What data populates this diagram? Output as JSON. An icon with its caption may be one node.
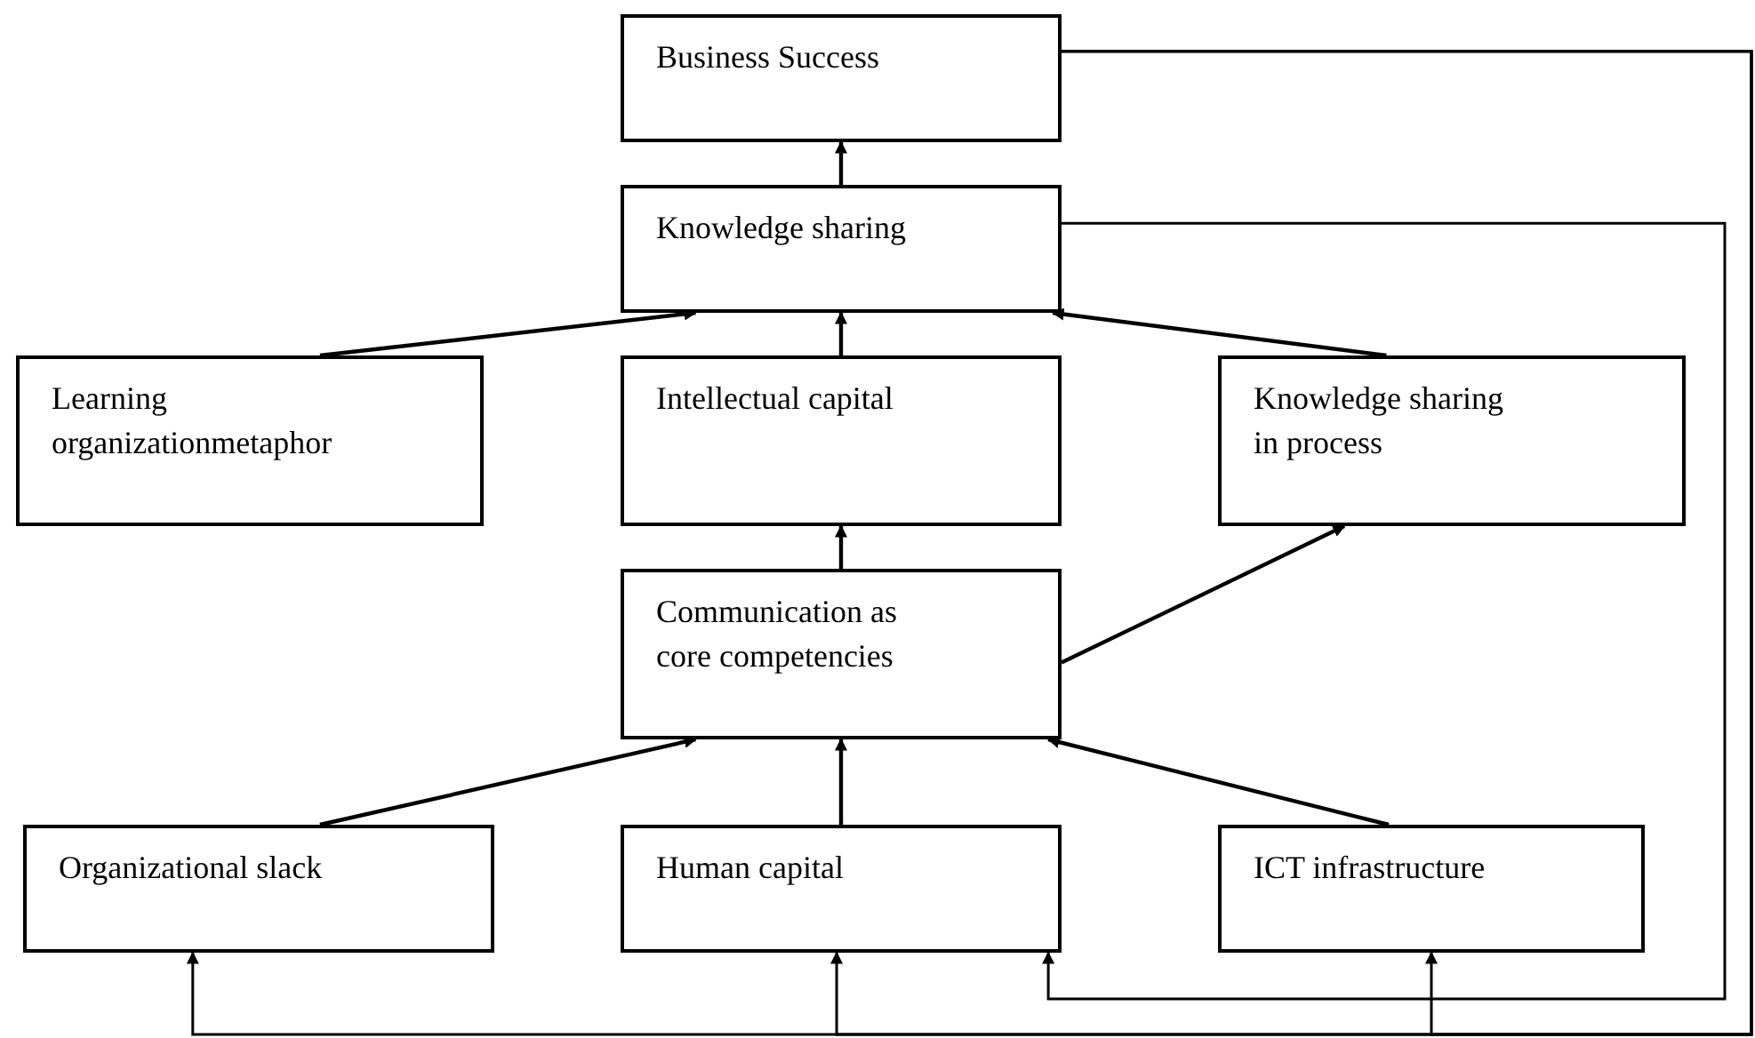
{
  "diagram": {
    "nodes": [
      {
        "text": [
          "Business Success"
        ]
      },
      {
        "text": [
          "Knowledge sharing"
        ]
      },
      {
        "text": [
          "Learning organizationmetaphor"
        ]
      },
      {
        "text": [
          "Intellectual capital"
        ]
      },
      {
        "text": [
          "Knowledge sharing in process"
        ]
      },
      {
        "text": [
          "Communication as core competencies"
        ]
      },
      {
        "text": [
          "Organizational slack"
        ]
      },
      {
        "text": [
          "Human capital"
        ]
      },
      {
        "text": [
          "ICT infrastructure"
        ]
      }
    ],
    "edges": [
      {
        "from": 1,
        "to": 0,
        "arrow": "to"
      },
      {
        "from": 2,
        "to": 1,
        "arrow": "to"
      },
      {
        "from": 3,
        "to": 1,
        "arrow": "to"
      },
      {
        "from": 4,
        "to": 1,
        "arrow": "to"
      },
      {
        "from": 5,
        "to": 3,
        "arrow": "to"
      },
      {
        "from": 5,
        "to": 4,
        "arrow": "to"
      },
      {
        "from": 6,
        "to": 5,
        "arrow": "to"
      },
      {
        "from": 7,
        "to": 5,
        "arrow": "to"
      },
      {
        "from": 8,
        "to": 5,
        "arrow": "to"
      },
      {
        "from": 0,
        "to": 6,
        "arrow": "to"
      },
      {
        "from": 0,
        "to": 7,
        "arrow": "to"
      },
      {
        "from": 0,
        "to": 8,
        "arrow": "to"
      },
      {
        "from": 1,
        "to": 7,
        "arrow": "to"
      }
    ]
  }
}
